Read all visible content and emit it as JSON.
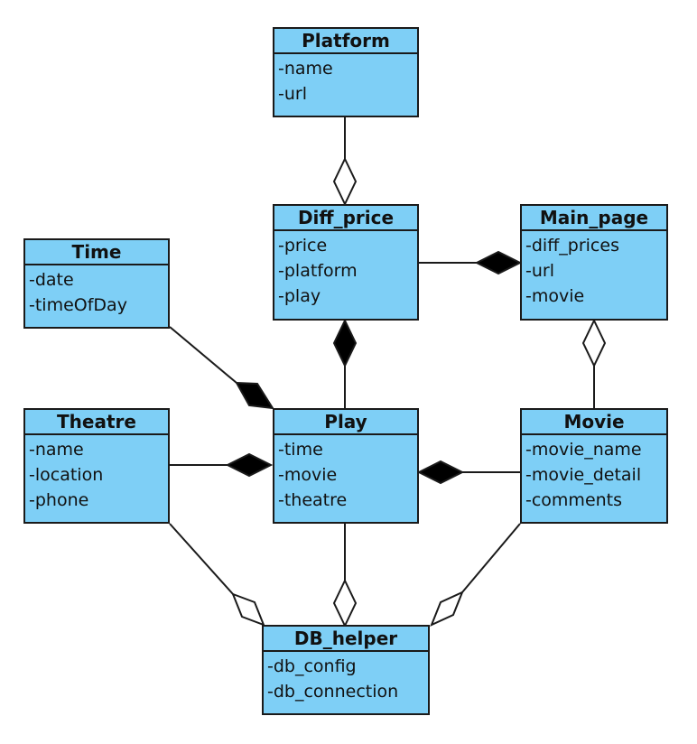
{
  "colors": {
    "class_fill": "#7ecff6",
    "stroke": "#1a1a1a",
    "background": "#ffffff"
  },
  "classes": {
    "platform": {
      "name": "Platform",
      "attributes": [
        "-name",
        "-url"
      ]
    },
    "diff_price": {
      "name": "Diff_price",
      "attributes": [
        "-price",
        "-platform",
        "-play"
      ]
    },
    "main_page": {
      "name": "Main_page",
      "attributes": [
        "-diff_prices",
        "-url",
        "-movie"
      ]
    },
    "time": {
      "name": "Time",
      "attributes": [
        "-date",
        "-timeOfDay"
      ]
    },
    "theatre": {
      "name": "Theatre",
      "attributes": [
        "-name",
        "-location",
        "-phone"
      ]
    },
    "play": {
      "name": "Play",
      "attributes": [
        "-time",
        "-movie",
        "-theatre"
      ]
    },
    "movie": {
      "name": "Movie",
      "attributes": [
        "-movie_name",
        "-movie_detail",
        "-comments"
      ]
    },
    "db_helper": {
      "name": "DB_helper",
      "attributes": [
        "-db_config",
        "-db_connection"
      ]
    }
  },
  "relations": [
    {
      "from": "platform",
      "to": "diff_price",
      "kind": "aggregation"
    },
    {
      "from": "diff_price",
      "to": "main_page",
      "kind": "composition"
    },
    {
      "from": "play",
      "to": "diff_price",
      "kind": "composition"
    },
    {
      "from": "movie",
      "to": "main_page",
      "kind": "aggregation"
    },
    {
      "from": "time",
      "to": "play",
      "kind": "composition"
    },
    {
      "from": "theatre",
      "to": "play",
      "kind": "composition"
    },
    {
      "from": "movie",
      "to": "play",
      "kind": "composition"
    },
    {
      "from": "theatre",
      "to": "db_helper",
      "kind": "aggregation"
    },
    {
      "from": "play",
      "to": "db_helper",
      "kind": "aggregation"
    },
    {
      "from": "movie",
      "to": "db_helper",
      "kind": "aggregation"
    }
  ]
}
